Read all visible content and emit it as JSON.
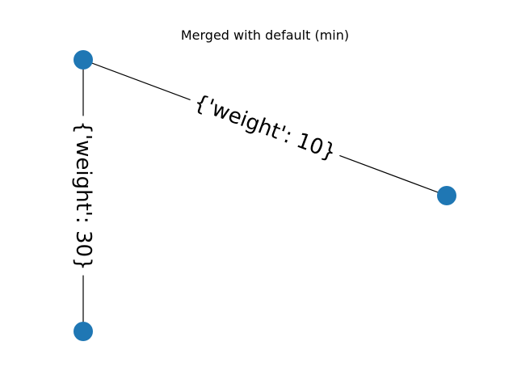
{
  "title": "Merged with default (min)",
  "colors": {
    "node": "#1f77b4",
    "edge": "#000000",
    "label_background": "#ffffff",
    "text": "#000000"
  },
  "nodes": [
    {
      "id": "top-left"
    },
    {
      "id": "right"
    },
    {
      "id": "bottom-left"
    }
  ],
  "edges": [
    {
      "source": "top-left",
      "target": "right",
      "label": "{'weight': 10}"
    },
    {
      "source": "top-left",
      "target": "bottom-left",
      "label": "{'weight': 30}"
    }
  ]
}
